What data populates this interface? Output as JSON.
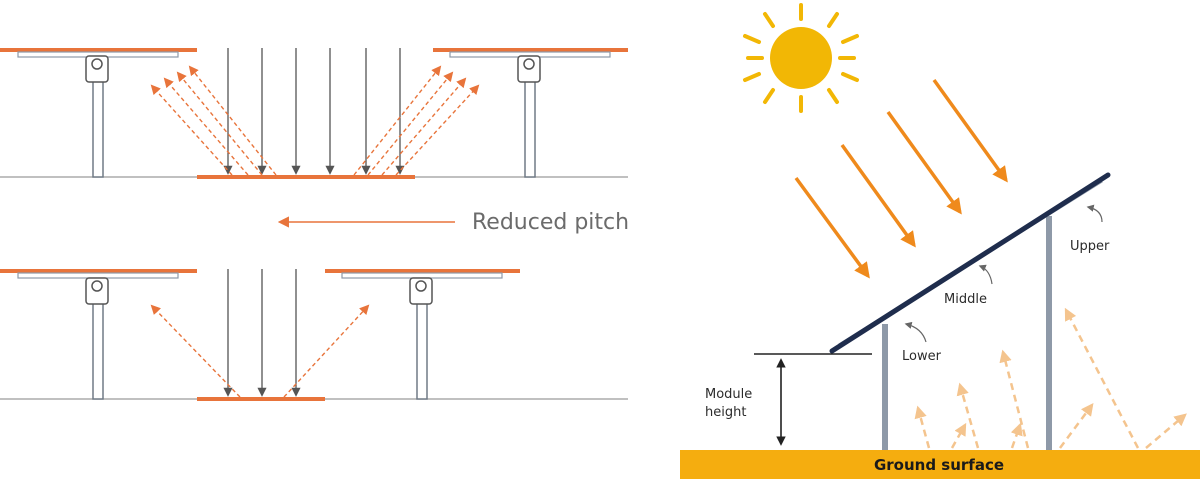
{
  "colors": {
    "panel": "#e8743b",
    "sun": "#f2b705",
    "ground": "#f5ad0f",
    "pole": "#8e99a8",
    "module": "#1f2d4d",
    "ray_light": "#f4c48e",
    "line": "#9a9a9a",
    "text": "#6b6b6b"
  },
  "left_diagram": {
    "pitch_label": "Reduced pitch"
  },
  "right_diagram": {
    "labels": {
      "upper": "Upper",
      "middle": "Middle",
      "lower": "Lower",
      "module_height_line1": "Module",
      "module_height_line2": "height",
      "ground": "Ground surface"
    }
  }
}
